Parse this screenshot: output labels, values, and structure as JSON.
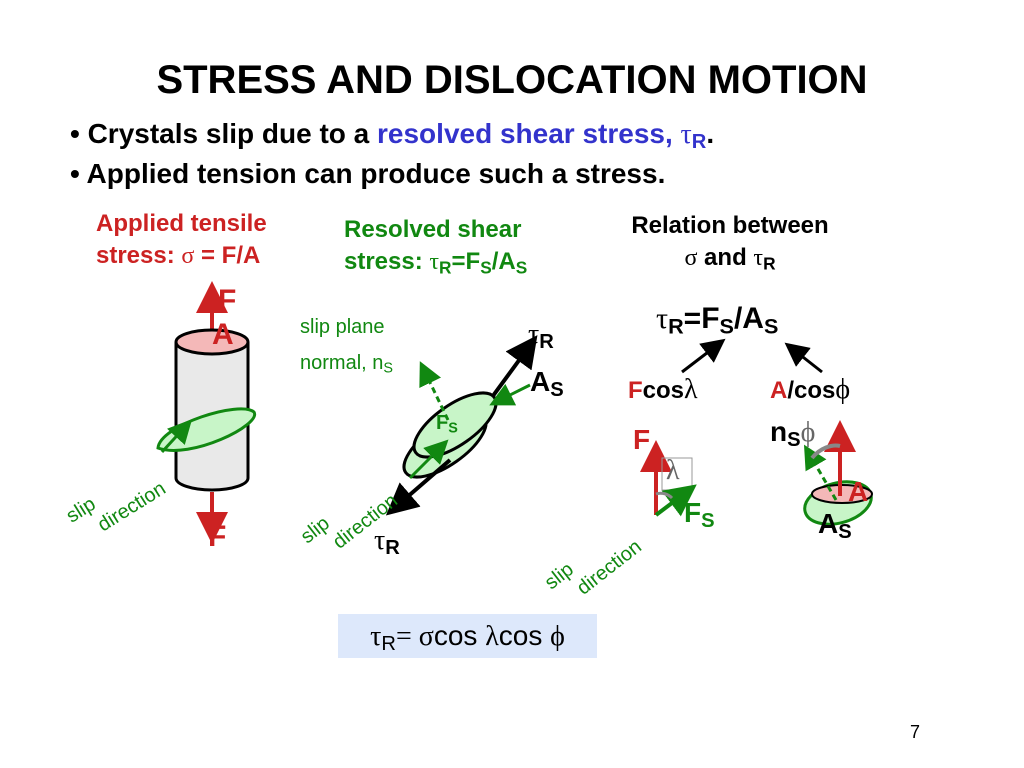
{
  "title": "STRESS AND DISLOCATION MOTION",
  "bullets": [
    {
      "pre": "• Crystals slip due to a ",
      "highlight": "resolved shear stress, ",
      "tau": "τ",
      "sub": "R",
      "post": "."
    },
    {
      "text": "• Applied tension can produce such a stress."
    }
  ],
  "panel1": {
    "caption_line1": "Applied tensile",
    "caption_pre": "stress: ",
    "caption_sym": "σ",
    "caption_post": " = F/A",
    "force_top": "F",
    "area": "A",
    "force_bottom": "F",
    "slip_word": "slip",
    "direction_word": "direction"
  },
  "panel2": {
    "caption_line1": "Resolved shear",
    "caption_pre": "stress: ",
    "tau": "τ",
    "sub_r": "R",
    "eq": "=F",
    "sub_s": "S",
    "slash": "/A",
    "sub_s2": "S",
    "normal_line1": "slip plane",
    "normal_line2": "normal, n",
    "normal_sub": "S",
    "tau_top": "τ",
    "tau_top_sub": "R",
    "as_label": "A",
    "as_sub": "S",
    "fs_label": "F",
    "fs_sub": "S",
    "tau_bottom": "τ",
    "tau_bottom_sub": "R",
    "slip_word": "slip",
    "direction_word": "direction"
  },
  "panel3": {
    "caption_line1": "Relation between",
    "sigma": "σ",
    "and": " and ",
    "tau": "τ",
    "sub_r": "R",
    "eq_tau": "τ",
    "eq_r": "R",
    "eq_fs": "=F",
    "eq_s": "S",
    "eq_as": "/A",
    "eq_s2": "S",
    "fcos_f": "F",
    "fcos_rest": "cos",
    "lambda": "λ",
    "acos_a": "A",
    "acos_rest": "/cos",
    "phi": "ϕ",
    "f_label": "F",
    "lambda_label": "λ",
    "fs_label": "F",
    "fs_sub": "S",
    "ns_label": "n",
    "ns_sub": "S",
    "phi_label": "ϕ",
    "a_label": "A",
    "as_label": "A",
    "as_sub": "S",
    "slip_word": "slip",
    "direction_word": "direction"
  },
  "formula": {
    "tau": "τ",
    "sub": "R",
    "eq": "= ",
    "sigma": "σ",
    "cos1": "cos ",
    "lambda": "λ",
    "cos2": "cos ",
    "phi": "ϕ"
  },
  "page_number": "7",
  "colors": {
    "red": "#cc2222",
    "green": "#118811",
    "blue": "#3333cc",
    "formula_bg": "#dde8fb",
    "plane_fill": "#c8f5c8"
  }
}
